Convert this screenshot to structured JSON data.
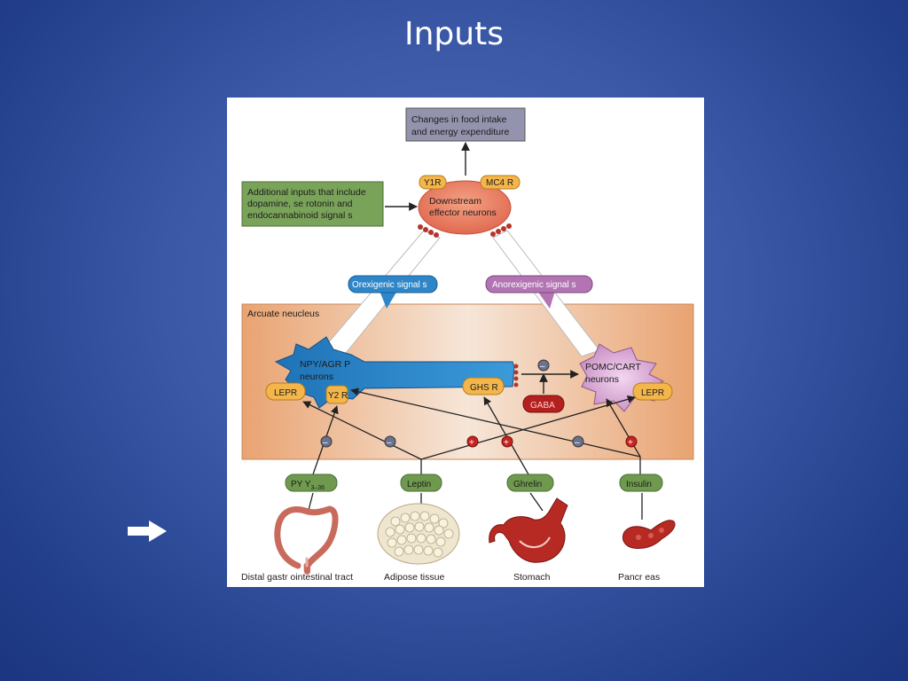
{
  "slide": {
    "title": "Inputs",
    "arrow_icon": "right-arrow-icon"
  },
  "diagram": {
    "output_box": [
      "Changes in food intake",
      "and energy expenditure"
    ],
    "additional_inputs": [
      "Additional inputs that include",
      "dopamine, se rotonin and",
      "endocannabinoid signal s"
    ],
    "downstream": [
      "Downstream",
      "effector neurons"
    ],
    "receptors": {
      "y1r": "Y1R",
      "mc4r": "MC4 R",
      "lepr_left": "LEPR",
      "y2r": "Y2 R",
      "ghsr": "GHS R",
      "lepr_right": "LEPR"
    },
    "signals": {
      "orexigenic": "Orexigenic signal s",
      "anorexigenic": "Anorexigenic signal s"
    },
    "region_label": "Arcuate neucleus",
    "npy_neuron": [
      "NPY/AGR  P",
      "neurons"
    ],
    "pomc_neuron": [
      "POMC/CART",
      "neurons"
    ],
    "gaba": "GABA",
    "hormones": {
      "pyy": "PY Y",
      "pyy_sub": "3–36",
      "leptin": "Leptin",
      "ghrelin": "Ghrelin",
      "insulin": "Insulin"
    },
    "tissues": {
      "gut": "Distal gastr ointestinal tract",
      "adipose": "Adipose tissue",
      "stomach": "Stomach",
      "pancreas": "Pancr eas"
    },
    "sign_minus": "–",
    "sign_plus": "+"
  },
  "colors": {
    "background": "#3a58a6",
    "orexigenic": "#2e86c9",
    "anorexigenic": "#a868a8",
    "hormone_green": "#6f9a4e",
    "receptor_orange": "#f4b64a",
    "gaba_red": "#b51f1f",
    "effector": "#e8735a",
    "output_box": "#8a8aa8",
    "additional_box": "#6f9a4e",
    "arcuate": "#e8a878"
  }
}
